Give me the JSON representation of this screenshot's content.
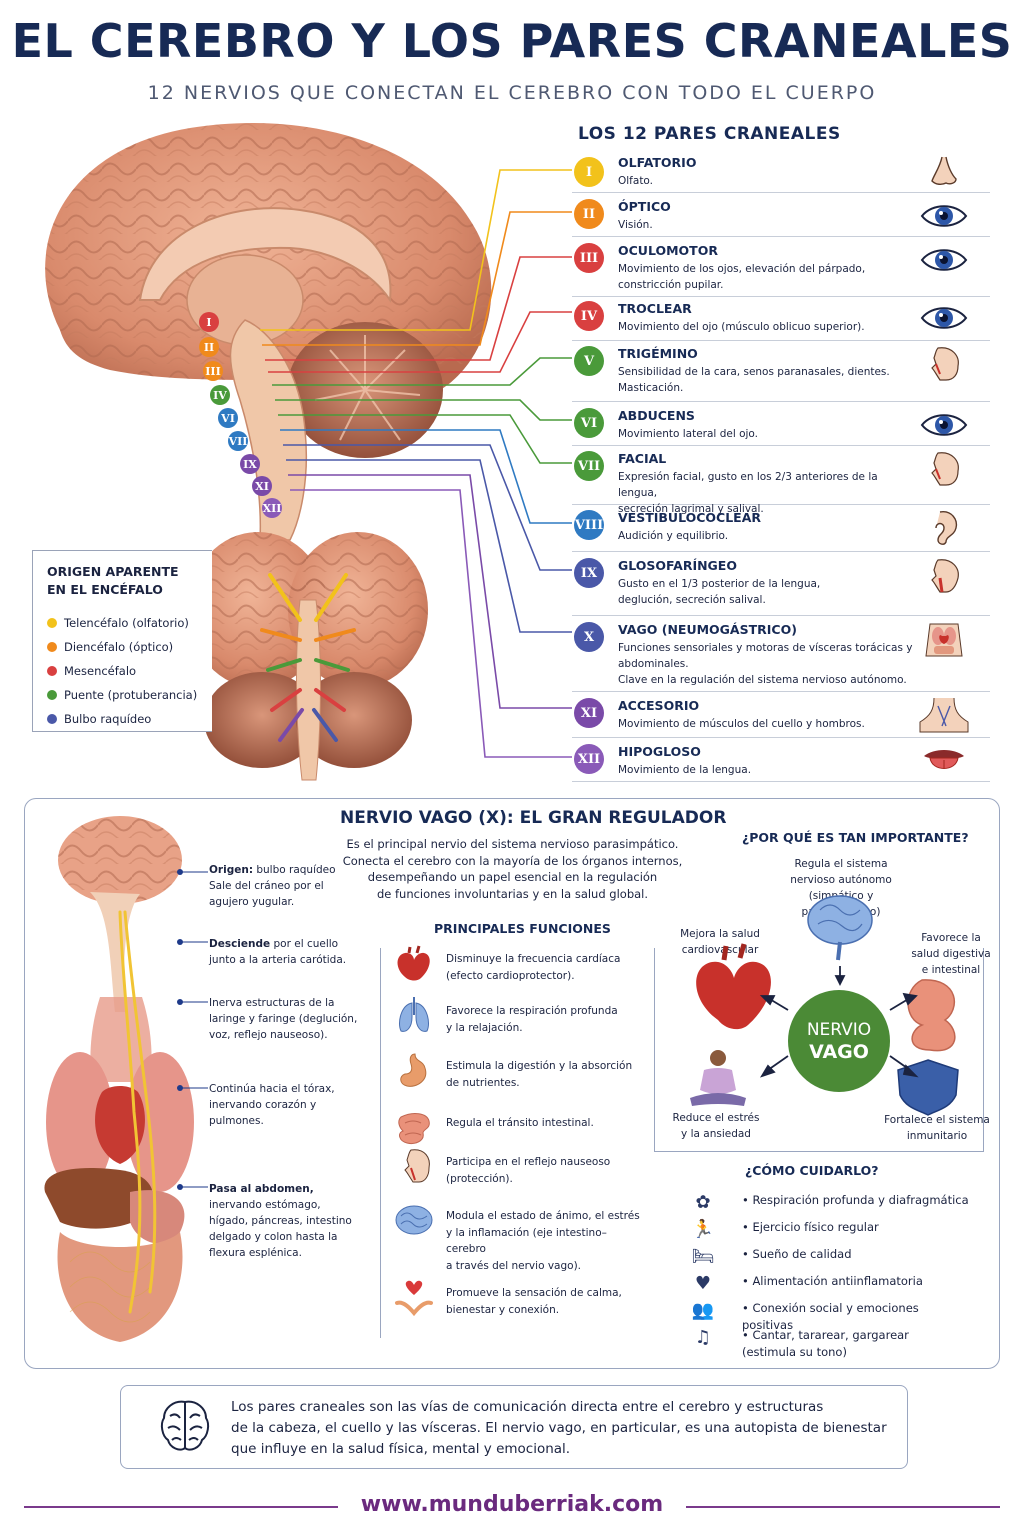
{
  "header": {
    "title": "EL CEREBRO Y LOS PARES CRANEALES",
    "subtitle": "12 NERVIOS QUE CONECTAN EL CEREBRO CON TODO EL CUERPO"
  },
  "legend": {
    "title": "ORIGEN APARENTE\nEN EL ENCÉFALO",
    "items": [
      {
        "label": "Telencéfalo (olfatorio)",
        "color": "#f2c21b"
      },
      {
        "label": "Diencéfalo (óptico)",
        "color": "#f08a1c"
      },
      {
        "label": "Mesencéfalo",
        "color": "#d94040"
      },
      {
        "label": "Puente (protuberancia)",
        "color": "#4a9a3a"
      },
      {
        "label": "Bulbo raquídeo",
        "color": "#4a58a8"
      }
    ]
  },
  "nerves": {
    "heading": "LOS 12 PARES CRANEALES",
    "items": [
      {
        "num": "I",
        "name": "OLFATORIO",
        "desc": "Olfato.",
        "color": "#f2c21b",
        "icon": "nose-icon"
      },
      {
        "num": "II",
        "name": "ÓPTICO",
        "desc": "Visión.",
        "color": "#f08a1c",
        "icon": "eye-icon"
      },
      {
        "num": "III",
        "name": "OCULOMOTOR",
        "desc": "Movimiento de los ojos, elevación del párpado,\nconstricción pupilar.",
        "color": "#d94040",
        "icon": "eye-icon"
      },
      {
        "num": "IV",
        "name": "TROCLEAR",
        "desc": "Movimiento del ojo (músculo oblicuo superior).",
        "color": "#d94040",
        "icon": "eye-icon"
      },
      {
        "num": "V",
        "name": "TRIGÉMINO",
        "desc": "Sensibilidad de la cara, senos paranasales, dientes.\nMasticación.",
        "color": "#4a9a3a",
        "icon": "face-icon"
      },
      {
        "num": "VI",
        "name": "ABDUCENS",
        "desc": "Movimiento lateral del ojo.",
        "color": "#4a9a3a",
        "icon": "eye-icon"
      },
      {
        "num": "VII",
        "name": "FACIAL",
        "desc": "Expresión facial, gusto en los 2/3 anteriores de la lengua,\nsecreción lagrimal y salival.",
        "color": "#4a9a3a",
        "icon": "face-icon"
      },
      {
        "num": "VIII",
        "name": "VESTIBULOCOCLEAR",
        "desc": "Audición y equilibrio.",
        "color": "#2f7ac2",
        "icon": "ear-icon"
      },
      {
        "num": "IX",
        "name": "GLOSOFARÍNGEO",
        "desc": "Gusto en el 1/3 posterior de la lengua,\ndeglución, secreción salival.",
        "color": "#4a58a8",
        "icon": "throat-icon"
      },
      {
        "num": "X",
        "name": "VAGO (NEUMOGÁSTRICO)",
        "desc": "Funciones sensoriales y motoras de vísceras torácicas y\nabdominales.\nClave en la regulación del sistema nervioso autónomo.",
        "color": "#4a58a8",
        "icon": "torso-icon"
      },
      {
        "num": "XI",
        "name": "ACCESORIO",
        "desc": "Movimiento de músculos del cuello y hombros.",
        "color": "#7a4aa8",
        "icon": "neck-icon"
      },
      {
        "num": "XII",
        "name": "HIPOGLOSO",
        "desc": "Movimiento de la lengua.",
        "color": "#8a5ab8",
        "icon": "tongue-icon"
      }
    ]
  },
  "vagus": {
    "title": "NERVIO VAGO (X): EL GRAN REGULADOR",
    "intro": "Es el principal nervio del sistema nervioso parasimpático.\nConecta el cerebro con la mayoría de los órganos internos,\ndesempeñando un papel esencial en la regulación\nde funciones involuntarias y en la salud global.",
    "path": [
      {
        "bold": "Origen:",
        "text": " bulbo raquídeo\nSale del cráneo por el\nagujero yugular."
      },
      {
        "bold": "Desciende",
        "text": " por el cuello\njunto a la arteria carótida."
      },
      {
        "bold": "",
        "text": "Inerva estructuras de la\nlaringe y faringe (deglución,\nvoz, reflejo nauseoso)."
      },
      {
        "bold": "",
        "text": "Continúa hacia el tórax,\ninervando corazón y pulmones."
      },
      {
        "bold": "Pasa al abdomen,",
        "text": "\ninervando estómago,\nhígado, páncreas, intestino\ndelgado y colon hasta la\nflexura esplénica."
      }
    ],
    "functions_heading": "PRINCIPALES FUNCIONES",
    "functions": [
      {
        "text": "Disminuye la frecuencia cardíaca\n(efecto cardioprotector).",
        "icon": "heart-icon"
      },
      {
        "text": "Favorece la respiración profunda\ny la relajación.",
        "icon": "lungs-icon"
      },
      {
        "text": "Estimula la digestión y la absorción\nde nutrientes.",
        "icon": "stomach-icon"
      },
      {
        "text": "Regula el tránsito intestinal.",
        "icon": "intestine-icon"
      },
      {
        "text": "Participa en el reflejo nauseoso\n(protección).",
        "icon": "head-icon"
      },
      {
        "text": "Modula el estado de ánimo, el estrés\ny la inflamación (eje intestino–cerebro\na través del nervio vago).",
        "icon": "brain-icon"
      },
      {
        "text": "Promueve la sensación de calma,\nbienestar y conexión.",
        "icon": "hands-heart-icon"
      }
    ],
    "why_heading": "¿POR QUÉ ES TAN IMPORTANTE?",
    "why_top": "Regula el sistema\nnervioso autónomo\n(simpático y parasimpático)",
    "why_left": "Mejora la salud\ncardiovascular",
    "why_right": "Favorece la\nsalud digestiva\ne intestinal",
    "why_bottom_left": "Reduce el estrés\ny la ansiedad",
    "why_bottom_right": "Fortalece el sistema\ninmunitario",
    "circle_line1": "NERVIO",
    "circle_line2": "VAGO",
    "care_heading": "¿CÓMO CUIDARLO?",
    "care": [
      {
        "text": "• Respiración profunda y diafragmática",
        "icon": "✿"
      },
      {
        "text": "• Ejercicio físico regular",
        "icon": "🏃"
      },
      {
        "text": "• Sueño de calidad",
        "icon": "🛏"
      },
      {
        "text": "• Alimentación antiinflamatoria",
        "icon": "♥"
      },
      {
        "text": "• Conexión social y emociones positivas",
        "icon": "👥"
      },
      {
        "text": "• Cantar, tararear, gargarear\n  (estimula su tono)",
        "icon": "♫"
      }
    ]
  },
  "summary": "Los pares craneales son las vías de comunicación directa entre el cerebro y estructuras\nde la cabeza, el cuello y las vísceras. El nervio vago, en particular, es una autopista de bienestar\nque influye en la salud física, mental y emocional.",
  "footer_url": "www.munduberriak.com"
}
